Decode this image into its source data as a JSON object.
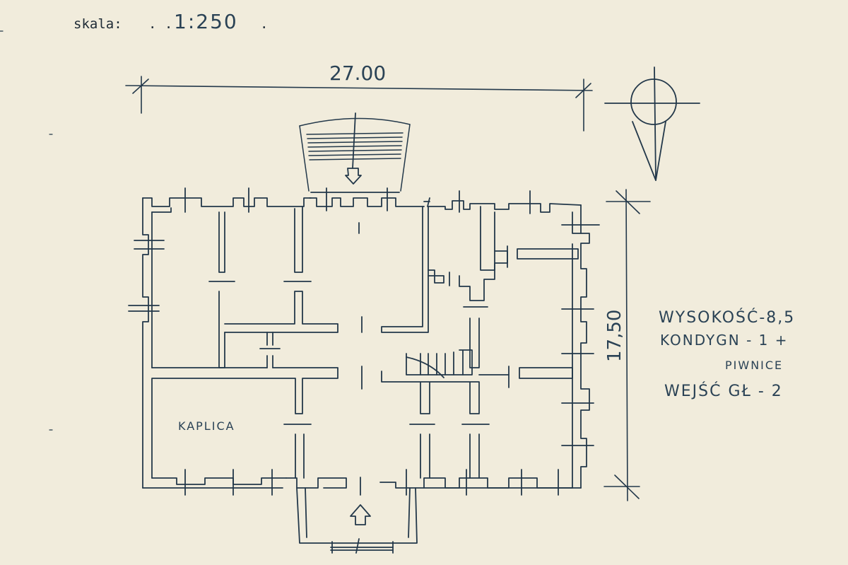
{
  "scale": {
    "label": "skala:",
    "dots_before": ". .",
    "value": "1:250",
    "dots_after": "."
  },
  "dimensions": {
    "width": "27.00",
    "depth": "17,50"
  },
  "rooms": {
    "chapel": "KAPLICA"
  },
  "notes": {
    "height": "WYSOKOŚĆ-8,5",
    "storeys": "KONDYGN - 1 +",
    "basement": "PIWNICE",
    "entrances": "WEJŚĆ GŁ - 2"
  },
  "colors": {
    "paper": "#f1ecdc",
    "ink": "#23384a"
  },
  "icons": [
    "north-arrow-icon",
    "entrance-arrow-icon"
  ]
}
